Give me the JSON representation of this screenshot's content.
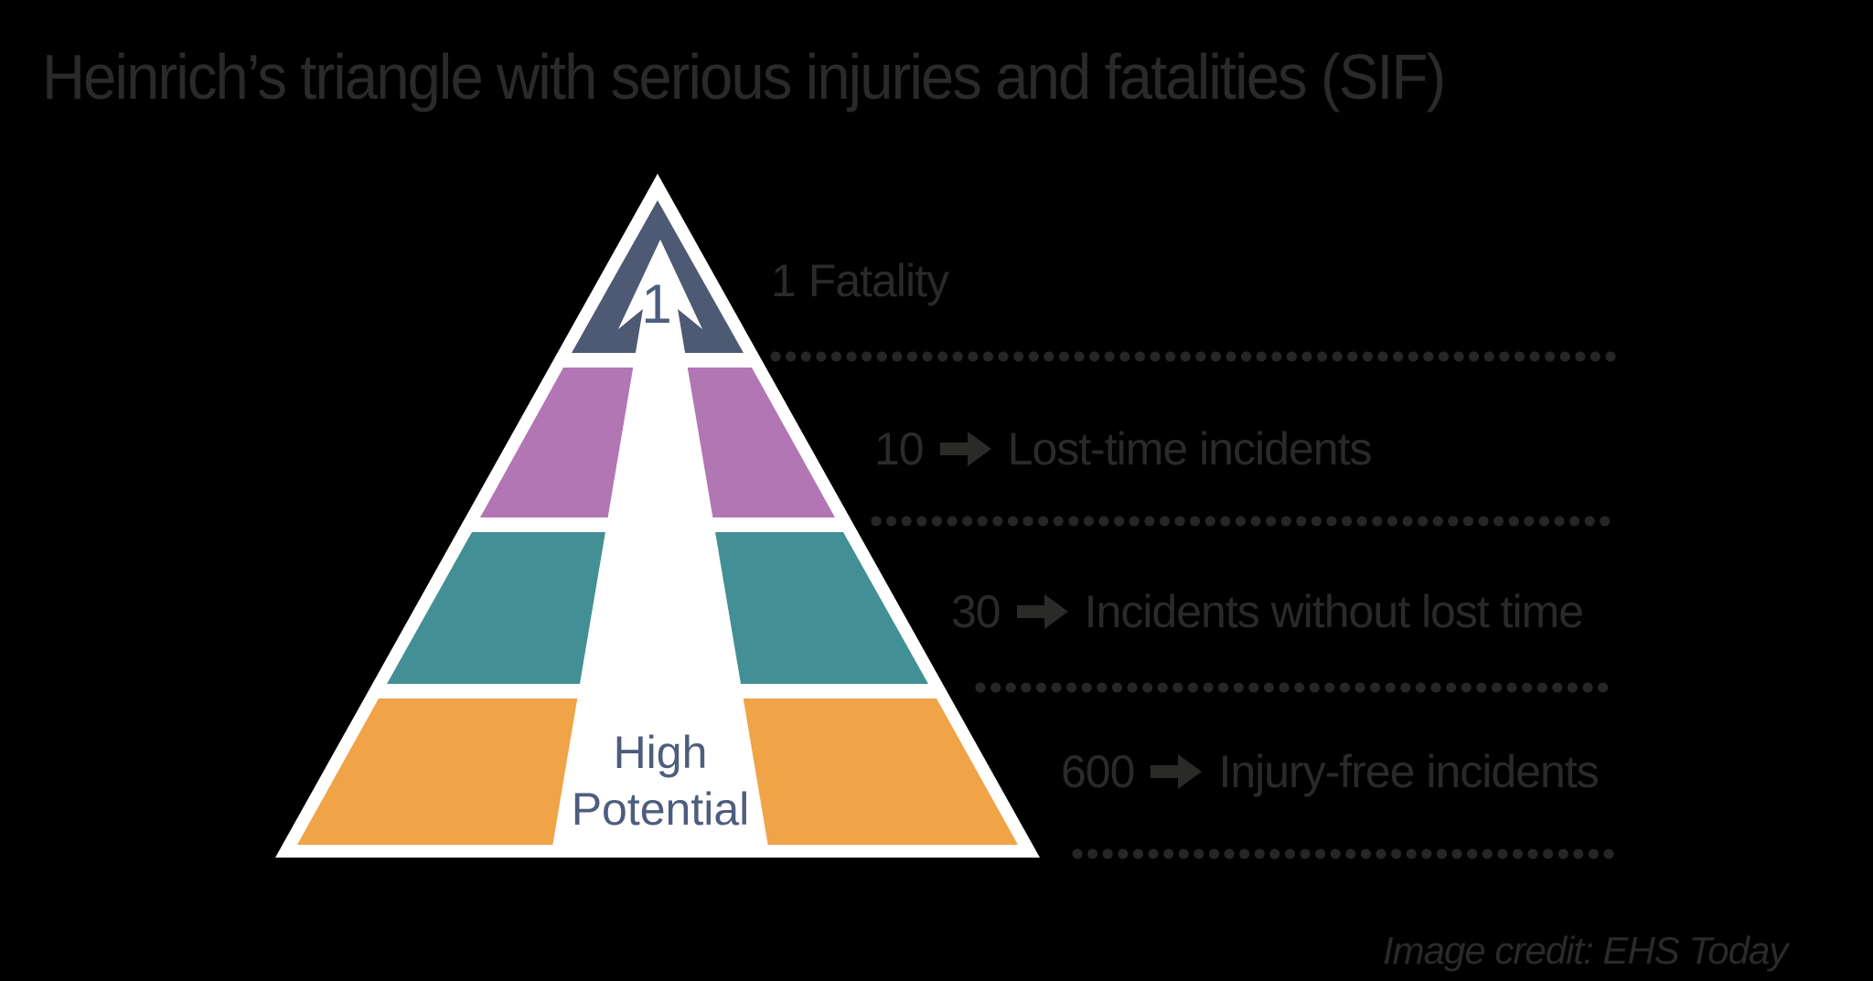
{
  "title": "Heinrich’s triangle with serious injuries and fatalities (SIF)",
  "credit": "Image credit: EHS Today",
  "pyramid": {
    "arrow_digit": "1",
    "high_potential_line1": "High",
    "high_potential_line2": "Potential",
    "levels": [
      {
        "name": "fatality",
        "value": 1,
        "color": "#4e5a74"
      },
      {
        "name": "lost-time incidents",
        "value": 10,
        "color": "#b176b3"
      },
      {
        "name": "incidents without lost time",
        "value": 30,
        "color": "#438f96"
      },
      {
        "name": "injury-free incidents",
        "value": 600,
        "color": "#f0a347"
      }
    ]
  },
  "rows": [
    {
      "number": "1",
      "text": "Fatality"
    },
    {
      "number": "10",
      "text": "Lost-time incidents"
    },
    {
      "number": "30",
      "text": "Incidents without lost time"
    },
    {
      "number": "600",
      "text": "Injury-free incidents"
    }
  ],
  "colors": {
    "background": "#000000",
    "text": "#2a2a28",
    "dots": "#262626",
    "white": "#ffffff",
    "slate": "#4e5a74",
    "purple": "#b176b3",
    "teal": "#438f96",
    "orange": "#f0a347",
    "arrow_text": "#4e5d7e"
  }
}
